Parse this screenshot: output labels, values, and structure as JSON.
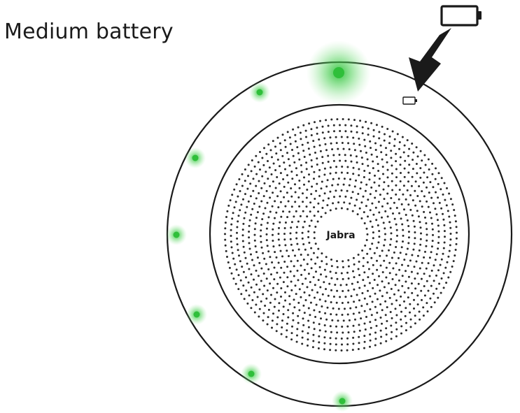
{
  "title": "Medium battery",
  "device": {
    "logo_text": "Jabra"
  },
  "indicator": {
    "state": "medium",
    "color": "#2fbf3a",
    "lit_count": 7,
    "highlighted": 1
  },
  "callout": {
    "icon": "battery-icon",
    "arrow": "arrow-icon"
  }
}
